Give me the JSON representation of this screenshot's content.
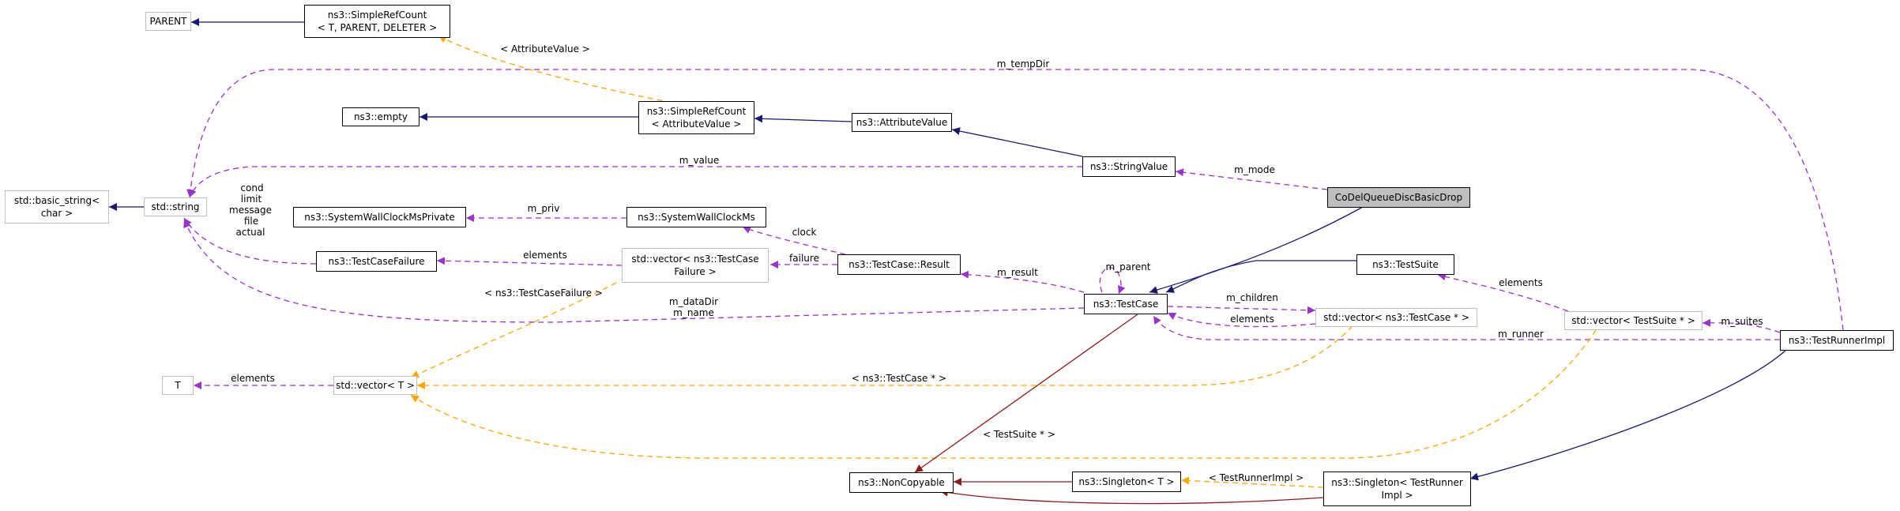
{
  "nodes": {
    "parent": "PARENT",
    "simplerefcount_tpd": [
      "ns3::SimpleRefCount",
      "< T, PARENT, DELETER >"
    ],
    "empty": "ns3::empty",
    "simplerefcount_av": [
      "ns3::SimpleRefCount",
      "< AttributeValue >"
    ],
    "attributevalue": "ns3::AttributeValue",
    "basic_string": [
      "std::basic_string<",
      "char >"
    ],
    "string": "std::string",
    "stringvalue": "ns3::StringValue",
    "codel": "CoDelQueueDiscBasicDrop",
    "swcm_private": "ns3::SystemWallClockMsPrivate",
    "swcm": "ns3::SystemWallClockMs",
    "testcasefailure": "ns3::TestCaseFailure",
    "vector_tcf": [
      "std::vector< ns3::TestCase",
      "Failure >"
    ],
    "result": "ns3::TestCase::Result",
    "testsuite": "ns3::TestSuite",
    "testcase": "ns3::TestCase",
    "vector_tc": "std::vector< ns3::TestCase * >",
    "vector_ts": "std::vector< TestSuite * >",
    "testrunnerimpl": "ns3::TestRunnerImpl",
    "t": "T",
    "vector_t": "std::vector< T >",
    "noncopyable": "ns3::NonCopyable",
    "singleton_t": "ns3::Singleton< T >",
    "singleton_tri": [
      "ns3::Singleton< TestRunner",
      "Impl >"
    ]
  },
  "edge_labels": {
    "attributevalue_tpl": "< AttributeValue >",
    "m_tempDir": "m_tempDir",
    "m_value": "m_value",
    "m_mode": "m_mode",
    "string_members": [
      "cond",
      "limit",
      "message",
      "file",
      "actual"
    ],
    "m_priv": "m_priv",
    "clock": "clock",
    "elements_tcf": "elements",
    "failure": "failure",
    "m_result": "m_result",
    "m_parent": "m_parent",
    "testcasefailure_tpl": "< ns3::TestCaseFailure >",
    "m_dataDir": "m_dataDir",
    "m_name": "m_name",
    "m_children": "m_children",
    "elements_tc": "elements",
    "elements_ts": "elements",
    "m_suites": "m_suites",
    "m_runner": "m_runner",
    "elements_t": "elements",
    "testcase_tpl": "< ns3::TestCase * >",
    "testsuite_tpl": "< TestSuite * >",
    "testrunnerimpl_tpl": "< TestRunnerImpl >"
  },
  "colors": {
    "inheritance": "#191970",
    "usage": "#9a32cd",
    "template": "#ffa500",
    "private_inheritance": "#8b1a1a",
    "highlight_fill": "#bfbfbf",
    "gray_border": "#bfbfbf"
  }
}
